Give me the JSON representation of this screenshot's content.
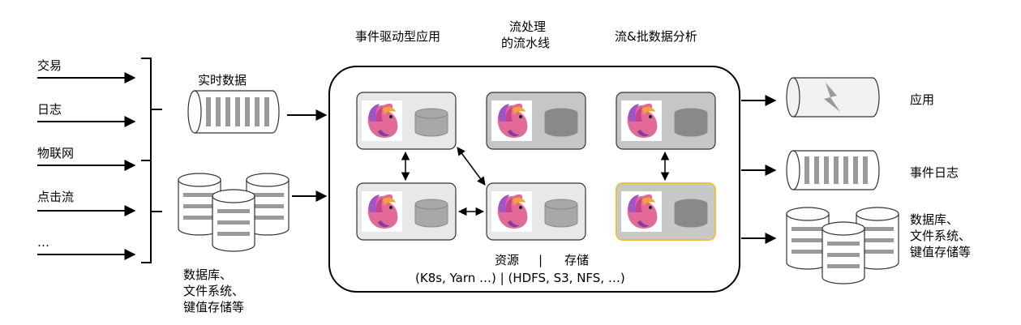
{
  "inputs": [
    "交易",
    "日志",
    "物联网",
    "点击流",
    "…"
  ],
  "realtime_label": "实时数据",
  "left_db_label": [
    "数据库、",
    "文件系统、",
    "键值存储等"
  ],
  "col_titles": {
    "event_driven": "事件驱动型应用",
    "pipeline": [
      "流处理",
      "的流水线"
    ],
    "analytics": "流&批数据分析"
  },
  "resources": {
    "line1_left": "资源",
    "line1_sep": "|",
    "line1_right": "存储",
    "line2": "(K8s, Yarn …) | (HDFS, S3, NFS, …)"
  },
  "outputs": {
    "app": "应用",
    "event_log": "事件日志",
    "db": [
      "数据库、",
      "文件系统、",
      "键值存储等"
    ]
  },
  "colors": {
    "node_light": "#e8e8e8",
    "node_gray": "#c6c6c6",
    "node_yellow_border": "#f0c040",
    "node_yellow_fill": "#c8c8c8",
    "stripe": "#9a9a9a",
    "disk": "#a8a8a8"
  }
}
